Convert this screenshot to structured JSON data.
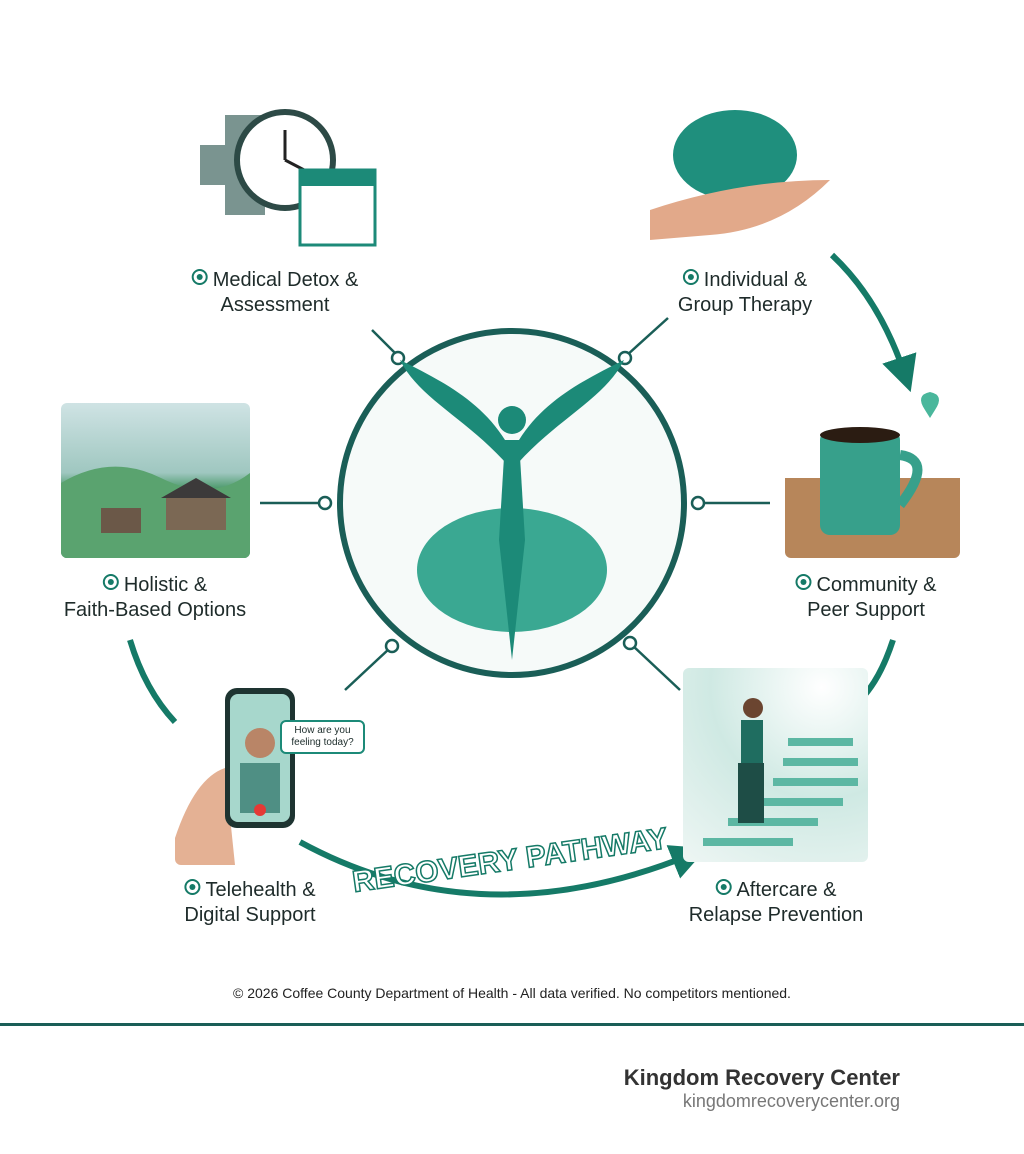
{
  "steps": [
    {
      "line1": "Medical Detox &",
      "line2": "Assessment",
      "icon": "clock-calendar-icon"
    },
    {
      "line1": "Individual &",
      "line2": "Group Therapy",
      "icon": "brain-hand-icon"
    },
    {
      "line1": "Holistic &",
      "line2": "Faith-Based Options",
      "icon": "landscape-icon"
    },
    {
      "line1": "Community &",
      "line2": "Peer Support",
      "icon": "coffee-mug-icon"
    },
    {
      "line1": "Telehealth &",
      "line2": "Digital Support",
      "icon": "phone-call-icon"
    },
    {
      "line1": "Aftercare &",
      "line2": "Relapse Prevention",
      "icon": "stairs-icon"
    }
  ],
  "phone_bubble": "How are you feeling today?",
  "pathway_label": "RECOVERY PATHWAY",
  "footer": {
    "copyright": "© 2026 Coffee County Department of Health - All data verified. No competitors mentioned."
  },
  "brand": {
    "name": "Kingdom Recovery Center",
    "url": "kingdomrecoverycenter.org"
  },
  "colors": {
    "accent": "#157a67",
    "rule": "#1a5e57"
  }
}
